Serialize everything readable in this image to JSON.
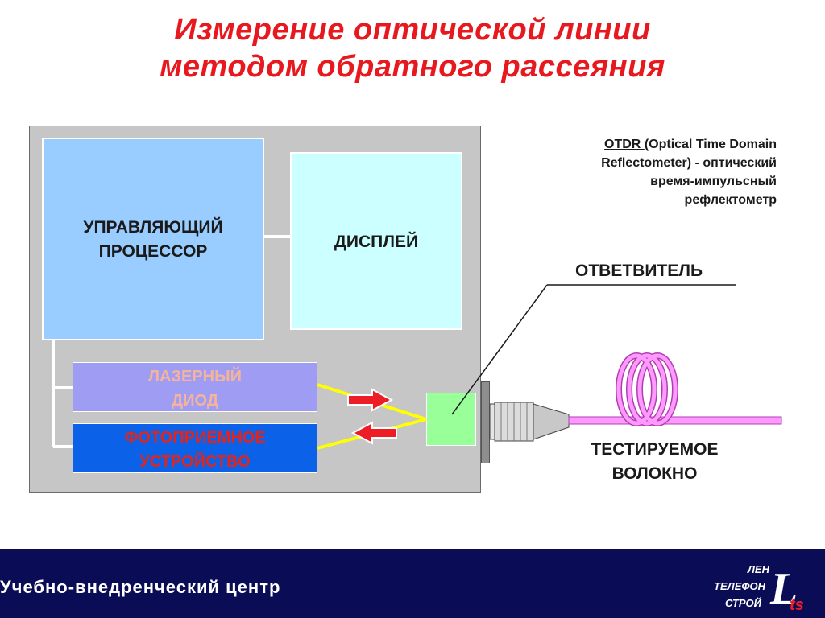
{
  "title": {
    "line1": "Измерение оптической линии",
    "line2": "методом обратного рассеяния"
  },
  "device": {
    "cpu_label_line1": "УПРАВЛЯЮЩИЙ",
    "cpu_label_line2": "ПРОЦЕССОР",
    "display_label": "ДИСПЛЕЙ",
    "laser_label_line1": "ЛАЗЕРНЫЙ",
    "laser_label_line2": "ДИОД",
    "photo_label_line1": "ФОТОПРИЕМНОЕ",
    "photo_label_line2": "УСТРОЙСТВО"
  },
  "otdr_note": {
    "abbr": "OTDR ",
    "line1_rest": "(Optical Time Domain",
    "line2": "Reflectometer) - оптический",
    "line3": "время-импульсный",
    "line4": "рефлектометр"
  },
  "coupler_label": "ОТВЕТВИТЕЛЬ",
  "fiber_label": {
    "line1": "ТЕСТИРУЕМОЕ",
    "line2": "ВОЛОКНО"
  },
  "footer": {
    "text": "Учебно-внедренческий центр",
    "logo_line1": "ЛЕН",
    "logo_line2": "ТЕЛЕФОН",
    "logo_line3": "СТРОЙ",
    "logo_mark": "LTS"
  },
  "colors": {
    "title": "#e8181f",
    "cpu": "#99ccff",
    "display": "#ccffff",
    "laser": "#9f9cf4",
    "photo": "#0b62e8",
    "coupler": "#99ff99",
    "fiber": "#ff88ff",
    "arrow": "#ee1c24",
    "beam": "#ffff00",
    "footer": "#0a0c55"
  }
}
